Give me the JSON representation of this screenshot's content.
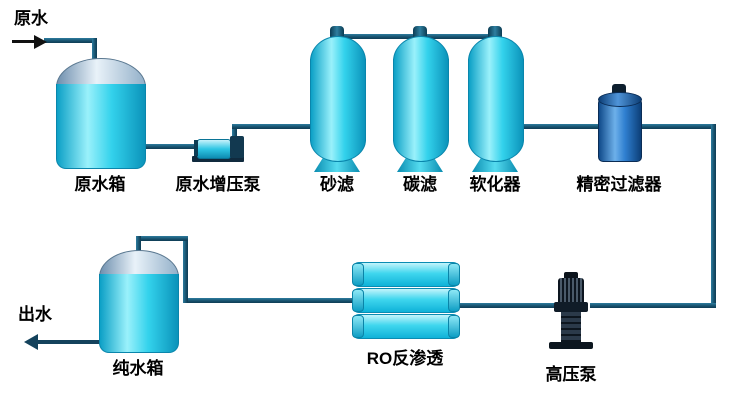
{
  "diagram": {
    "background": "#ffffff",
    "labels": {
      "raw_water": "原水",
      "raw_water_tank": "原水箱",
      "booster_pump": "原水增压泵",
      "sand_filter": "砂滤",
      "carbon_filter": "碳滤",
      "softener": "软化器",
      "precision_filter": "精密过滤器",
      "water_out": "出水",
      "pure_water_tank": "纯水箱",
      "ro_unit": "RO反渗透",
      "high_pressure_pump": "高压泵"
    },
    "colors": {
      "pipe": "#17506c",
      "vessel_cyan": "#2ad0ea",
      "vessel_edge": "#0a86ac",
      "tank_dome_gray": "#9db8d0",
      "precision_filter_blue": "#2f7fd0",
      "pump_dark": "#102a3e",
      "arrow_black": "#111111"
    }
  }
}
